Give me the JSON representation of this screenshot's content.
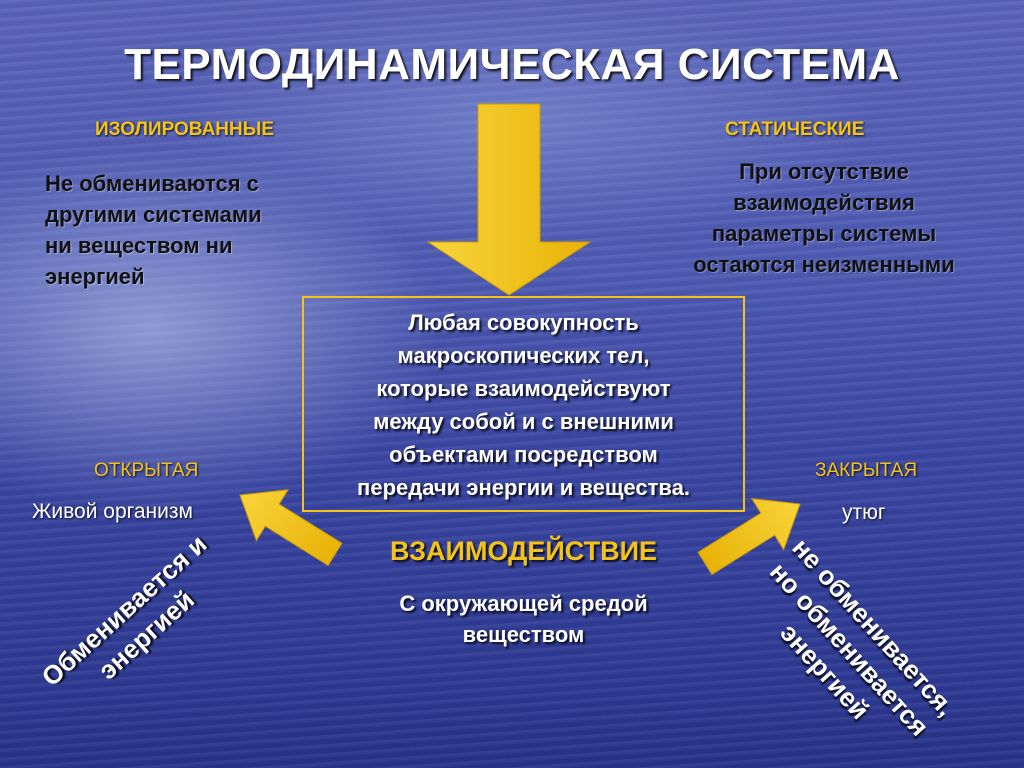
{
  "title": "ТЕРМОДИНАМИЧЕСКАЯ СИСТЕМА",
  "isolated": {
    "label": "ИЗОЛИРОВАННЫЕ",
    "lines": [
      "Не обмениваются с",
      "другими системами",
      "ни веществом ни",
      "энергией"
    ]
  },
  "static": {
    "label": "СТАТИЧЕСКИЕ",
    "lines": [
      "При отсутствие",
      "взаимодействия",
      "параметры системы",
      "остаются неизменными"
    ]
  },
  "definition_lines": [
    "Любая совокупность",
    "макроскопических тел,",
    "которые взаимодействуют",
    "между собой и с внешними",
    "объектами посредством",
    "передачи энергии и вещества."
  ],
  "open": {
    "label": "ОТКРЫТАЯ",
    "example": "Живой организм",
    "rotated_lines": [
      "Обменивается и",
      "энергией"
    ]
  },
  "closed": {
    "label": "ЗАКРЫТАЯ",
    "example": "утюг",
    "rotated_lines": [
      "не обменивается,",
      "но обменивается",
      "энергией"
    ]
  },
  "interaction": {
    "label": "ВЗАИМОДЕЙСТВИЕ",
    "lines": [
      "С окружающей средой",
      "веществом"
    ]
  },
  "colors": {
    "accent": "#f3c319",
    "arrow": "#f4c518",
    "title": "#ffffff",
    "background": "#4e5bb2"
  }
}
